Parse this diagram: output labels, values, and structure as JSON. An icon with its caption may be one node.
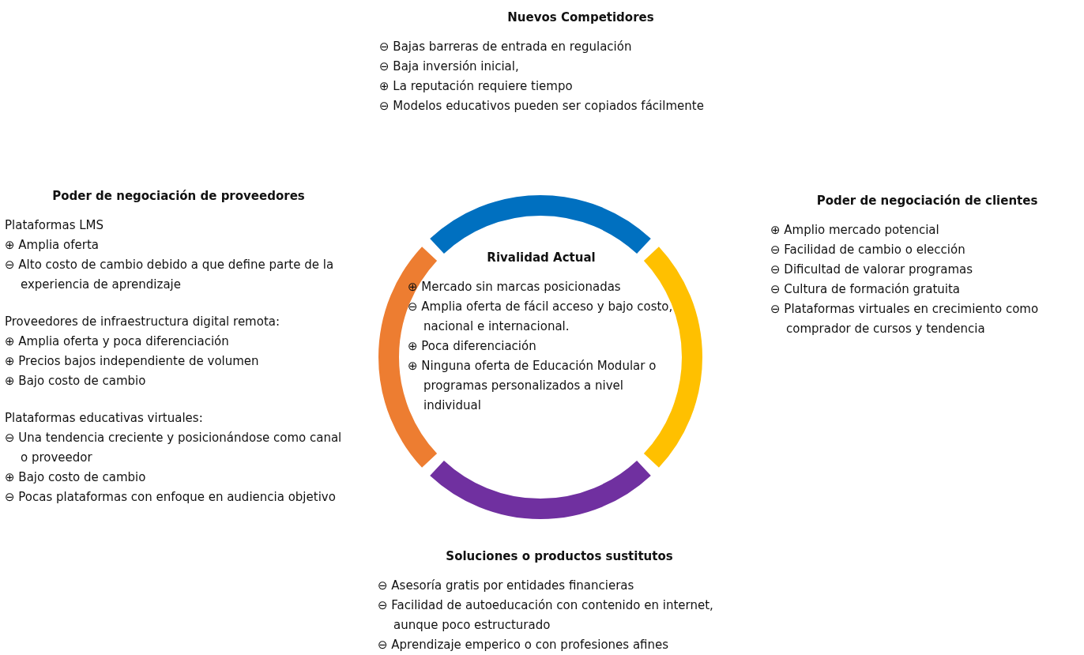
{
  "diagram": {
    "labels": [
      "Nuevos Competidores",
      "⊖ Bajas barreras de entrada en regulación",
      "⊖ Baja inversión inicial,",
      "⊕ La reputación requiere tiempo",
      "⊖ Modelos educativos pueden ser copiados fácilmente",
      "Poder de negociación de proveedores",
      "Plataformas LMS",
      "⊕ Amplia oferta",
      "⊖ Alto costo de cambio debido a que define parte de la experiencia de aprendizaje",
      "Proveedores de infraestructura digital remota:",
      "⊕ Amplia oferta y poca diferenciación",
      "⊕ Precios bajos independiente de volumen",
      "⊕ Bajo costo de cambio",
      "Plataformas educativas virtuales:",
      "⊖ Una tendencia creciente y posicionándose como canal o proveedor",
      "⊕ Bajo costo de cambio",
      "⊖ Pocas plataformas con enfoque en audiencia objetivo",
      "Poder de negociación de clientes",
      "⊕ Amplio mercado potencial",
      "⊖ Facilidad de cambio o elección",
      "⊖ Dificultad de valorar programas",
      "⊖ Cultura de formación gratuita",
      "⊖ Plataformas virtuales en crecimiento como comprador de cursos y tendencia",
      "Rivalidad Actual",
      "⊕ Mercado sin marcas posicionadas",
      "⊖ Amplia oferta de fácil acceso y bajo costo, nacional e internacional.",
      "⊕ Poca diferenciación",
      "⊕ Ninguna oferta de Educación Modular o programas personalizados a nivel individual",
      "Soluciones o productos sustitutos",
      "⊖ Asesoría gratis por entidades financieras",
      "⊖ Facilidad de autoeducación con contenido en internet, aunque poco estructurado",
      "⊖ Aprendizaje emperico o con profesiones afines"
    ]
  }
}
